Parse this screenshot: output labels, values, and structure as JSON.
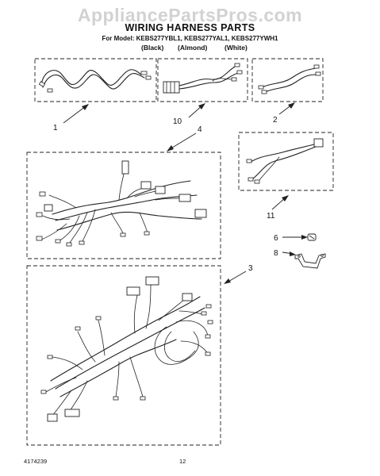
{
  "watermark": "AppliancePartsPros.com",
  "title": "WIRING HARNESS PARTS",
  "model_line": "For Model: KEBS277YBL1, KEBS277YAL1, KEBS277YWH1",
  "colors": [
    "(Black)",
    "(Almond)",
    "(White)"
  ],
  "callouts": {
    "c1": "1",
    "c10": "10",
    "c2": "2",
    "c4": "4",
    "c11": "11",
    "c6": "6",
    "c8": "8",
    "c3": "3"
  },
  "footer": {
    "doc_number": "4174239",
    "page_number": "12"
  }
}
